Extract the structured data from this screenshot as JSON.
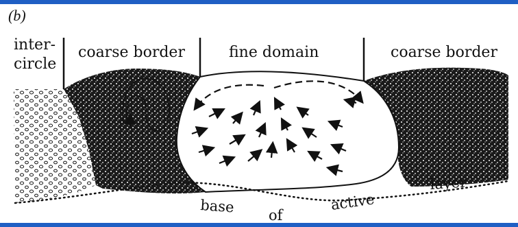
{
  "figure": {
    "panel_label": "(b)",
    "regions": {
      "intercircle_line1": "inter-",
      "intercircle_line2": "circle",
      "coarse_border_left": "coarse border",
      "fine_domain": "fine domain",
      "coarse_border_right": "coarse border"
    },
    "base_label": {
      "word1": "base",
      "word2": "of",
      "word3": "active",
      "word4": "layer"
    },
    "colors": {
      "frame": "#1f5fc4",
      "ink": "#111111",
      "fine_fill": "#ffffff"
    }
  }
}
